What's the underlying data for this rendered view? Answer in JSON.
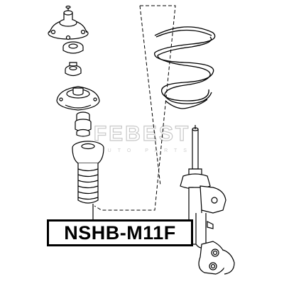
{
  "part_number": "NSHB-M11F",
  "watermark": {
    "text": "FEBEST",
    "subtitle": "AUTO PARTS",
    "color": "#c8c8c8"
  },
  "components": [
    "strut-mount",
    "mount-washer",
    "mount-nut",
    "bearing-plate",
    "bump-stop",
    "dust-boot",
    "coil-spring",
    "strut-assembly"
  ],
  "colors": {
    "line": "#000000",
    "background": "#ffffff"
  }
}
